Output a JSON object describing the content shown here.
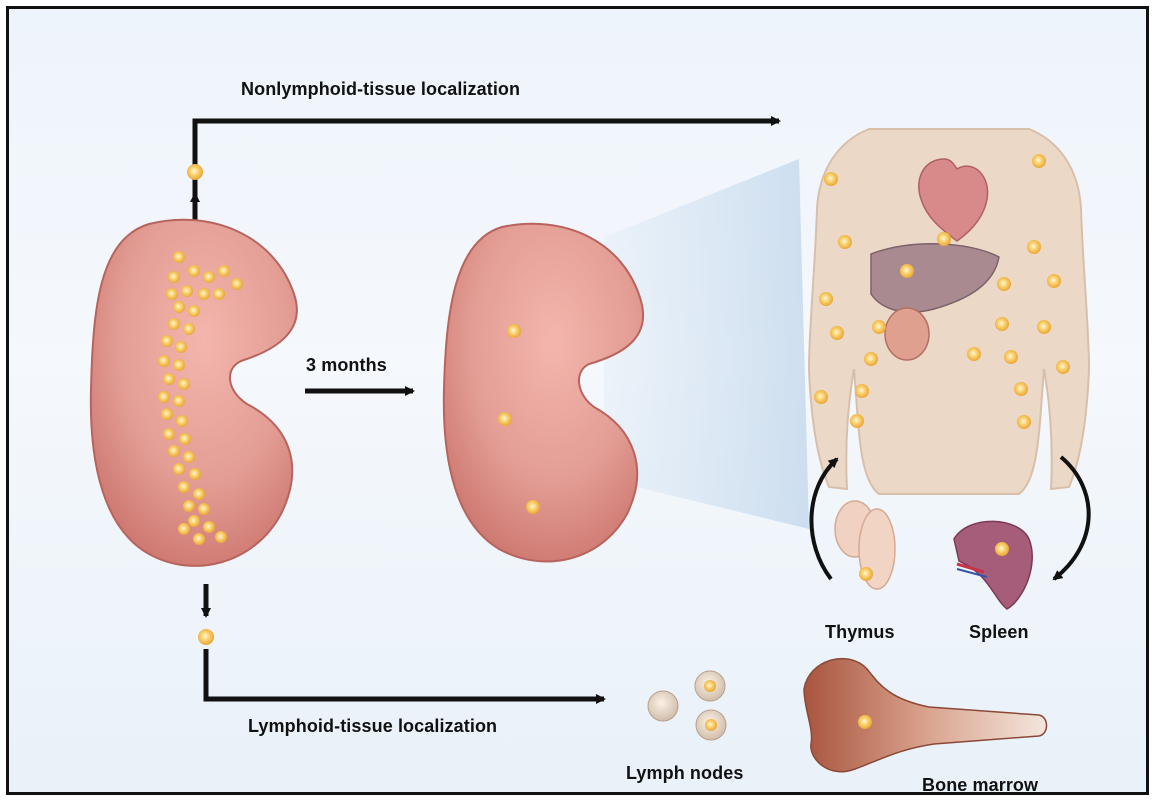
{
  "labels": {
    "top": "Nonlymphoid-tissue localization",
    "bottom": "Lymphoid-tissue localization",
    "middle": "3 months",
    "thymus": "Thymus",
    "spleen": "Spleen",
    "lymph_nodes": "Lymph nodes",
    "bone_marrow": "Bone marrow"
  },
  "colors": {
    "kidney": "#e49a92",
    "kidney_shadow": "#c9716b",
    "cell": "#f6c35a",
    "cell_core": "#fff3c6",
    "body": "#ecd5c0",
    "arrow": "#111111"
  }
}
